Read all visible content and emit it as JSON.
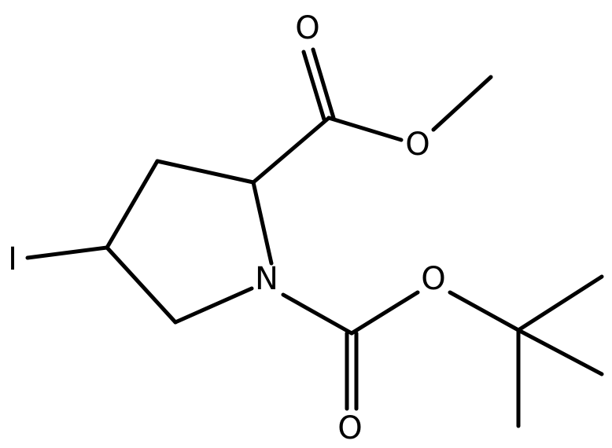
{
  "atoms": {
    "oxygen_carbonyl_top": "O",
    "oxygen_ester_top": "O",
    "nitrogen": "N",
    "oxygen_ester_bottom": "O",
    "oxygen_carbonyl_bottom": "O",
    "iodine": "I"
  },
  "colors": {
    "bond": "#000000",
    "label": "#000000",
    "background": "#ffffff"
  }
}
